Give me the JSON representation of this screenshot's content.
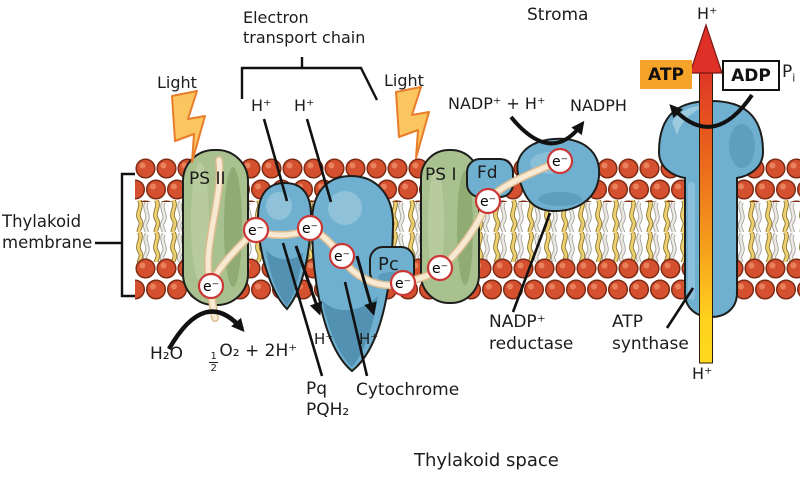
{
  "labels": {
    "stroma": "Stroma",
    "thylakoid_space": "Thylakoid space",
    "thylakoid_membrane_l1": "Thylakoid",
    "thylakoid_membrane_l2": "membrane",
    "etc_l1": "Electron",
    "etc_l2": "transport chain",
    "light": "Light",
    "h_plus": "H⁺",
    "electron": "e⁻"
  },
  "proteins": {
    "ps2": "PS II",
    "ps1": "PS I",
    "pc": "Pc",
    "fd": "Fd",
    "pq_l1": "Pq",
    "pq_l2": "PQH₂",
    "cytochrome": "Cytochrome",
    "nadp_reductase_l1": "NADP⁺",
    "nadp_reductase_l2": "reductase",
    "atp_synthase_l1": "ATP",
    "atp_synthase_l2": "synthase"
  },
  "molecules": {
    "h2o": "H₂O",
    "o2_frac_num": "1",
    "o2_frac_den": "2",
    "o2_products": "O₂ + 2H⁺",
    "nadp_plus_h": "NADP⁺ + H⁺",
    "nadph": "NADPH",
    "atp": "ATP",
    "adp": "ADP",
    "pi_base": "P",
    "pi_sub": "i"
  },
  "colors": {
    "membrane_head": "#d5502e",
    "membrane_head_outline": "#7e2b15",
    "tail_yellow": "#eed173",
    "tail_gray": "#eceae2",
    "protein_green": "#a9c08f",
    "protein_blue": "#6fb0d0",
    "protein_blue_shadow": "#4d8cab",
    "electron_path": "#f8ead2",
    "electron_ring": "#cb3735",
    "lightning_fill": "#fbc55f",
    "lightning_outline": "#e87d2b",
    "atp_box": "#f6a32a",
    "gradient_arrow_top": "#df3028",
    "gradient_arrow_mid": "#ec6c1b",
    "gradient_arrow_bottom": "#ffd91e",
    "line_black": "#111111"
  }
}
